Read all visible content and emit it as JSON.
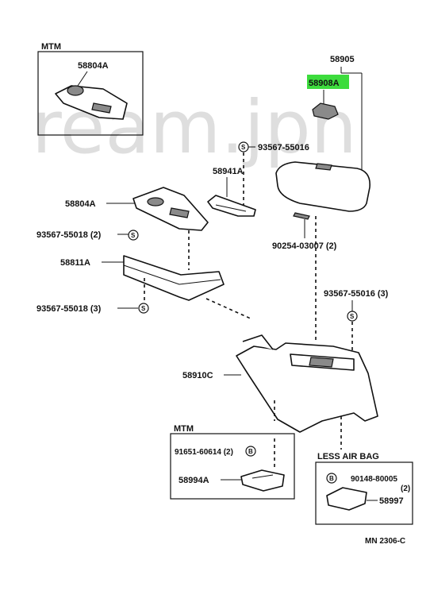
{
  "watermark": "ream.jpn",
  "part_labels": {
    "box_mtm_top": "MTM",
    "p58804A_top": "58804A",
    "p58905": "58905",
    "p58908A": "58908A",
    "s93567_55016_a": "93567-55016",
    "p58941A": "58941A",
    "p58804A": "58804A",
    "s93567_55018_a": "93567-55018 (2)",
    "p90254": "90254-03007 (2)",
    "p58811A": "58811A",
    "s93567_55016_b": "93567-55016 (3)",
    "s93567_55018_b": "93567-55018 (3)",
    "p58910C": "58910C",
    "box_mtm_bottom": "MTM",
    "s91651": "91651-60614 (2)",
    "p58994A": "58994A",
    "box_less_air_bag": "LESS AIR BAG",
    "s90148": "90148-80005",
    "s90148_qty": "(2)",
    "p58997": "58997",
    "ref": "MN  2306-C"
  },
  "highlight": {
    "part": "58908A",
    "color": "#3ddc3d"
  },
  "screw_symbols": {
    "s": "S",
    "b": "B"
  }
}
